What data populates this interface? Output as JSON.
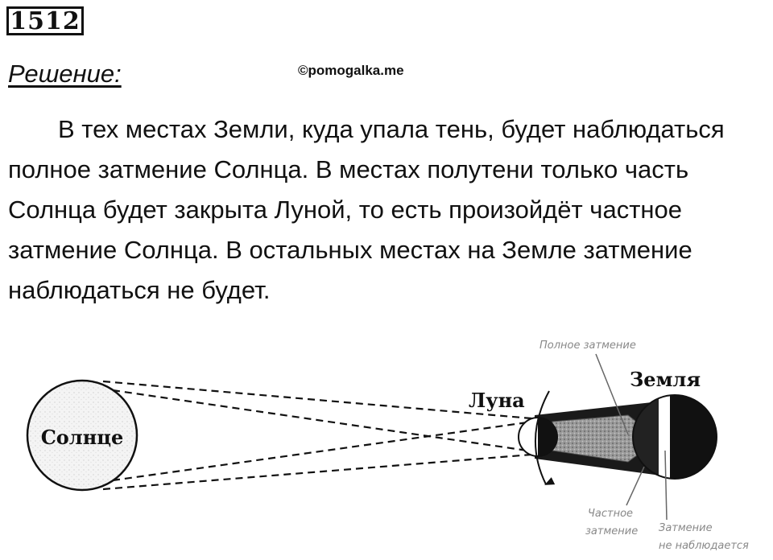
{
  "problem": {
    "number": "1512"
  },
  "heading": "Решение:",
  "watermark": "©pomogalka.me",
  "solution_text": "В тех местах Земли, куда упала тень, будет наблюдаться полное затмение Солнца. В местах полутени только часть Солнца будет закрыта Луной, то есть произойдёт частное затмение Солнца. В остальных местах на Земле затмение наблюдаться не будет.",
  "diagram": {
    "sun_label": "Солнце",
    "moon_label": "Луна",
    "earth_label": "Земля",
    "total_eclipse_label": "Полное затмение",
    "partial_eclipse_line1": "Частное",
    "partial_eclipse_line2": "затмение",
    "no_eclipse_line1": "Затмение",
    "no_eclipse_line2": "не наблюдается"
  }
}
